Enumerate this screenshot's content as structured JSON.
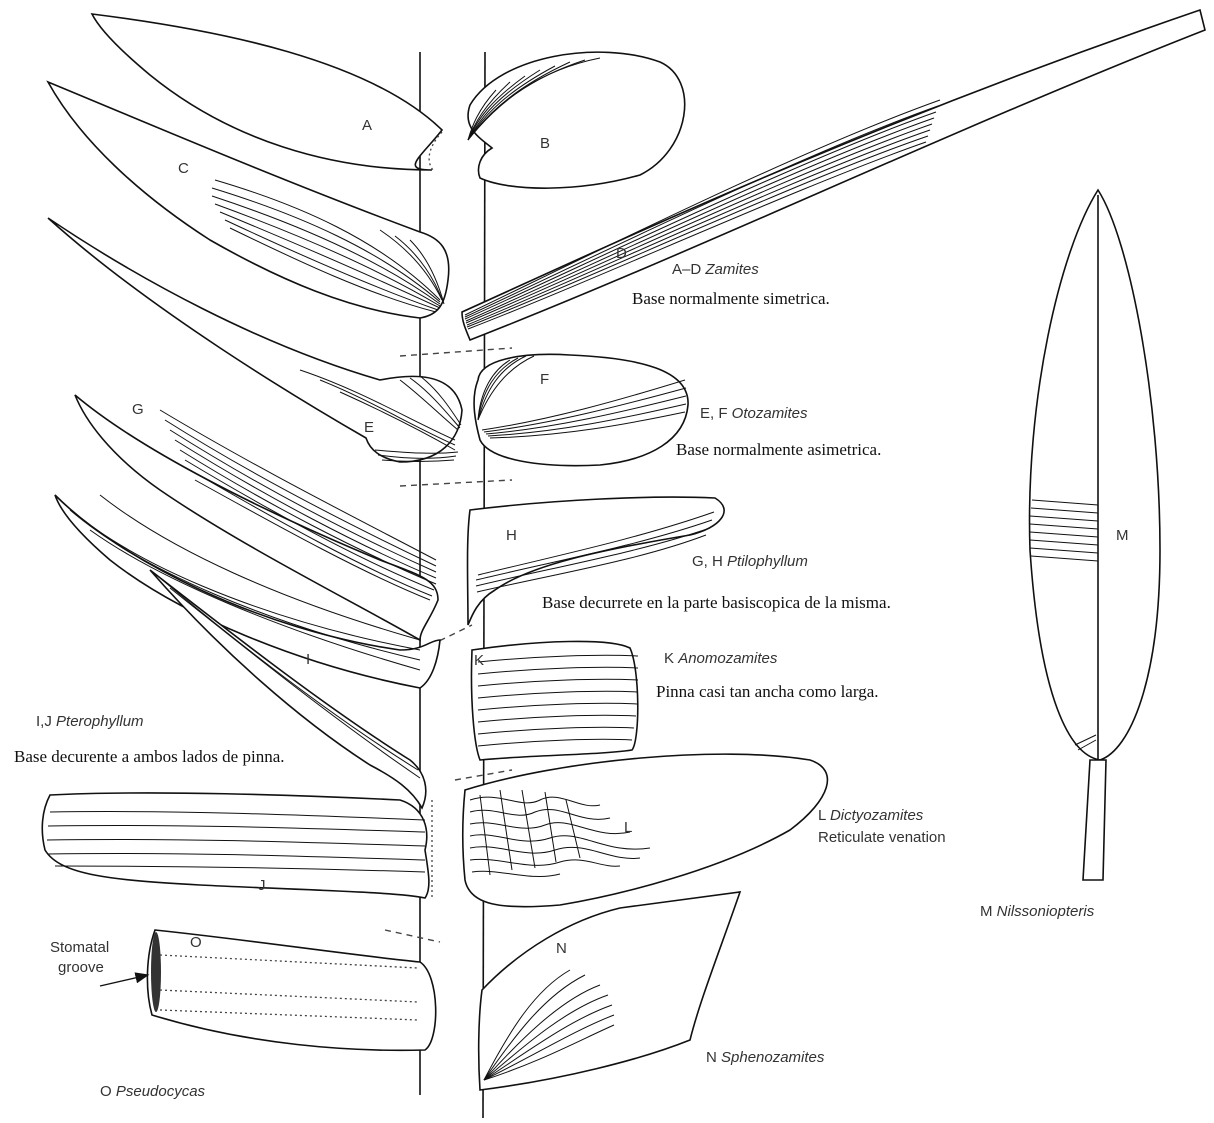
{
  "pinna_letters": {
    "A": "A",
    "B": "B",
    "C": "C",
    "D": "D",
    "E": "E",
    "F": "F",
    "G": "G",
    "H": "H",
    "I": "I",
    "J": "J",
    "K": "K",
    "L": "L",
    "M": "M",
    "N": "N",
    "O": "O"
  },
  "captions": {
    "zamites": {
      "prefix": "A–D ",
      "genus": "Zamites",
      "note": "Base normalmente simetrica."
    },
    "otozamites": {
      "prefix": "E, F ",
      "genus": "Otozamites",
      "note": "Base normalmente asimetrica."
    },
    "ptilophyllum": {
      "prefix": "G, H ",
      "genus": "Ptilophyllum",
      "note": "Base decurrete en la parte basiscopica de la misma."
    },
    "anomozamites": {
      "prefix": "K ",
      "genus": "Anomozamites",
      "note": "Pinna casi tan ancha como larga."
    },
    "pterophyllum": {
      "prefix": "I,J ",
      "genus": "Pterophyllum",
      "note": "Base decurente a ambos lados de pinna."
    },
    "dictyozamites": {
      "prefix": "L ",
      "genus": "Dictyozamites",
      "note": "Reticulate venation"
    },
    "nilssoniopteris": {
      "prefix": "M ",
      "genus": "Nilssoniopteris"
    },
    "sphenozamites": {
      "prefix": "N ",
      "genus": "Sphenozamites"
    },
    "pseudocycas": {
      "prefix": "O ",
      "genus": "Pseudocycas"
    }
  },
  "annotations": {
    "stomatal_groove_line1": "Stomatal",
    "stomatal_groove_line2": "groove"
  }
}
